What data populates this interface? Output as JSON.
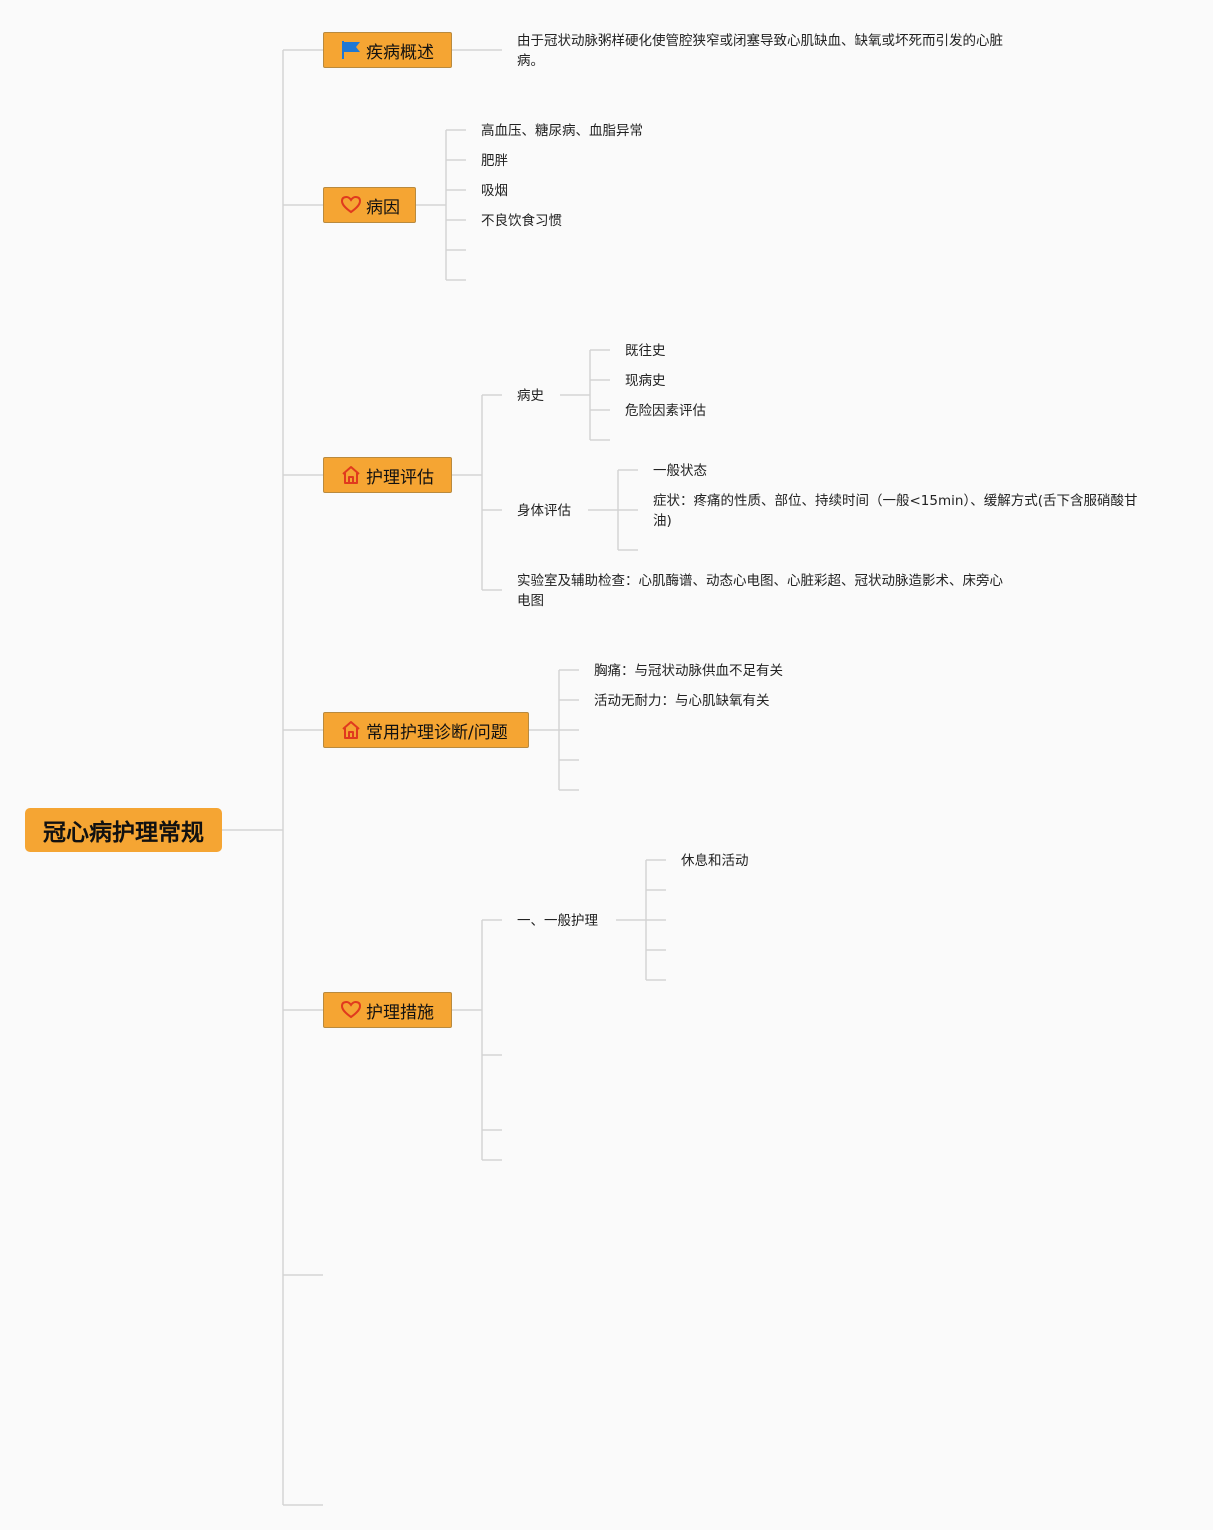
{
  "root": {
    "title": "冠心病护理常规"
  },
  "branches": {
    "overview": {
      "label": "疾病概述",
      "icon": "flag-icon",
      "text": "由于冠状动脉粥样硬化使管腔狭窄或闭塞导致心肌缺血、缺氧或坏死而引发的心脏病。"
    },
    "cause": {
      "label": "病因",
      "icon": "heart-icon",
      "items": [
        "高血压、糖尿病、血脂异常",
        "肥胖",
        "吸烟",
        "不良饮食习惯"
      ]
    },
    "assessment": {
      "label": "护理评估",
      "icon": "home-icon",
      "history": {
        "label": "病史",
        "items": [
          "既往史",
          "现病史",
          "危险因素评估"
        ]
      },
      "physical": {
        "label": "身体评估",
        "items": [
          "一般状态",
          "症状：疼痛的性质、部位、持续时间（一般<15min）、缓解方式(舌下含服硝酸甘油)"
        ]
      },
      "lab": "实验室及辅助检查：心肌酶谱、动态心电图、心脏彩超、冠状动脉造影术、床旁心电图"
    },
    "diagnosis": {
      "label": "常用护理诊断/问题",
      "icon": "home-icon",
      "items": [
        "胸痛：与冠状动脉供血不足有关",
        "活动无耐力：与心肌缺氧有关"
      ]
    },
    "measures": {
      "label": "护理措施",
      "icon": "heart-icon",
      "general": {
        "label": "一、一般护理",
        "items": [
          "休息和活动"
        ]
      }
    }
  },
  "colors": {
    "node_fill": "#f5a533",
    "node_border": "#b98a3e",
    "connector": "#d4d4d4",
    "heart_icon": "#e03a1e",
    "home_icon": "#e03a1e",
    "flag_icon": "#1e78d6"
  }
}
